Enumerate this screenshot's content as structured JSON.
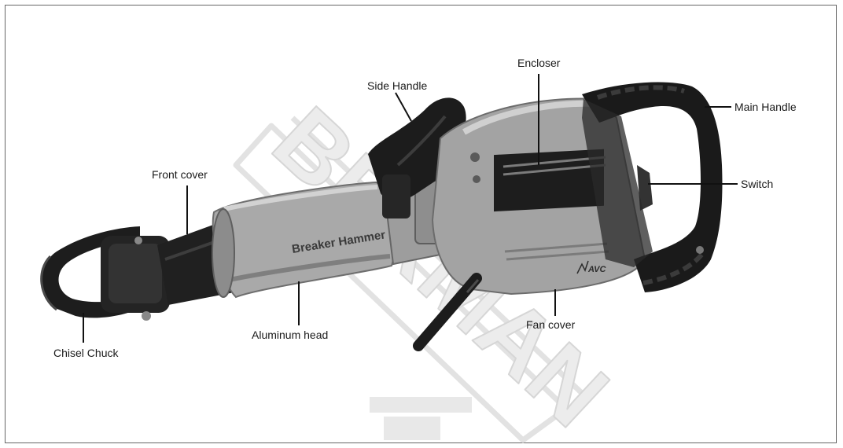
{
  "figure": {
    "callouts": {
      "enclosure": "Encloser",
      "side_handle": "Side Handle",
      "main_handle": "Main Handle",
      "front_cover": "Front cover",
      "switch": "Switch",
      "fan_cover": "Fan cover",
      "aluminum_head": "Aluminum head",
      "chisel_chuck": "Chisel Chuck"
    },
    "body_text": "Breaker Hammer",
    "badge": "AVC",
    "watermark": "BERMAN",
    "colors": {
      "body_gray": "#a7a7a7",
      "body_light": "#c9c9c9",
      "dark_gray": "#3a3a3a",
      "black": "#1b1b1b",
      "watermark": "#e4e4e4"
    }
  }
}
